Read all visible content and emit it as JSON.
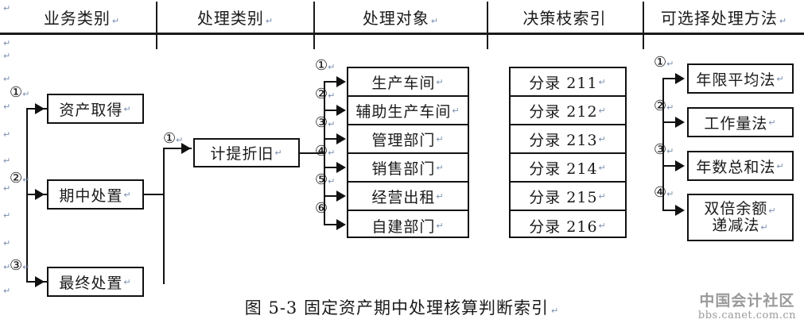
{
  "figure": {
    "caption": "图 5-3 固定资产期中处理核算判断索引",
    "caption_mark": "↵"
  },
  "header": {
    "columns": [
      {
        "label": "业务类别",
        "mark": "↵"
      },
      {
        "label": "处理类别",
        "mark": "↵"
      },
      {
        "label": "处理对象",
        "mark": "↵"
      },
      {
        "label": "决策枝索引",
        "mark": ""
      },
      {
        "label": "可选择处理方法",
        "mark": "↵"
      }
    ]
  },
  "business_category": {
    "items": [
      {
        "num": "①",
        "num_mark": "↵",
        "label": "资产取得",
        "mark": "↵"
      },
      {
        "num": "②",
        "num_mark": "↵",
        "label": "期中处置",
        "mark": "↵"
      },
      {
        "num": "③",
        "num_mark": "↵",
        "label": "最终处置",
        "mark": "↵"
      }
    ]
  },
  "process_category": {
    "items": [
      {
        "num": "①",
        "num_mark": "↵",
        "label": "计提折旧",
        "mark": "↵"
      }
    ]
  },
  "process_object": {
    "items": [
      {
        "num": "①",
        "num_mark": "↵",
        "label": "生产车间",
        "mark": "↵"
      },
      {
        "num": "②",
        "num_mark": "↵",
        "label": "辅助生产车间",
        "mark": "↵"
      },
      {
        "num": "③",
        "num_mark": "↵",
        "label": "管理部门",
        "mark": "↵"
      },
      {
        "num": "④",
        "num_mark": "↵",
        "label": "销售部门",
        "mark": "↵"
      },
      {
        "num": "⑤",
        "num_mark": "↵",
        "label": "经营出租",
        "mark": "↵"
      },
      {
        "num": "⑥",
        "num_mark": "",
        "label": "自建部门",
        "mark": "↵"
      }
    ]
  },
  "decision_index": {
    "items": [
      {
        "label": "分录 211",
        "mark": "↵"
      },
      {
        "label": "分录 212",
        "mark": "↵"
      },
      {
        "label": "分录 213",
        "mark": "↵"
      },
      {
        "label": "分录 214",
        "mark": "↵"
      },
      {
        "label": "分录 215",
        "mark": "↵"
      },
      {
        "label": "分录 216",
        "mark": "↵"
      }
    ]
  },
  "methods": {
    "items": [
      {
        "num": "①",
        "num_mark": "↵",
        "label": "年限平均法",
        "label2": "",
        "mark": "↵"
      },
      {
        "num": "②",
        "num_mark": "↵",
        "label": "工作量法",
        "label2": "",
        "mark": "↵"
      },
      {
        "num": "③",
        "num_mark": "↵",
        "label": "年数总和法",
        "label2": "",
        "mark": "↵"
      },
      {
        "num": "④",
        "num_mark": "↵",
        "label": "双倍余额",
        "label2": "递减法",
        "mark": "↵"
      }
    ]
  },
  "watermark": {
    "name": "中国会计社区",
    "url": "bbs.canet.com.cn"
  },
  "margin_marks": {
    "glyph": "↵"
  },
  "colors": {
    "ink": "#111111",
    "paper": "#ffffff",
    "pilcrow": "#7a8fb0",
    "watermark": "#9a9a9a"
  }
}
